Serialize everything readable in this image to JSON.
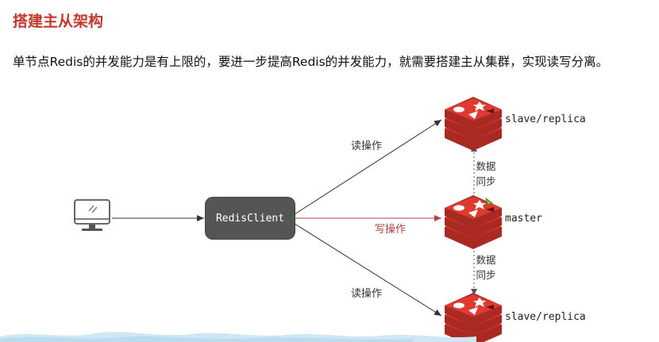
{
  "title": "搭建主从架构",
  "intro": "单节点Redis的并发能力是有上限的，要进一步提高Redis的并发能力，就需要搭建主从集群，实现读写分离。",
  "client": {
    "label": "RedisClient"
  },
  "operations": {
    "read_top": "读操作",
    "write": "写操作",
    "read_bottom": "读操作"
  },
  "nodes": {
    "top": {
      "label": "slave/replica"
    },
    "master": {
      "label": "master"
    },
    "bottom": {
      "label": "slave/replica"
    }
  },
  "sync": {
    "top": [
      "数据",
      "同步"
    ],
    "bottom": [
      "数据",
      "同步"
    ]
  },
  "colors": {
    "title": "#c0392b",
    "write_arrow": "#b0413e",
    "redis_red": "#d9352c",
    "client_bg": "#545654"
  },
  "icons": {
    "computer": "monitor-icon",
    "redis": "redis-logo-icon"
  }
}
